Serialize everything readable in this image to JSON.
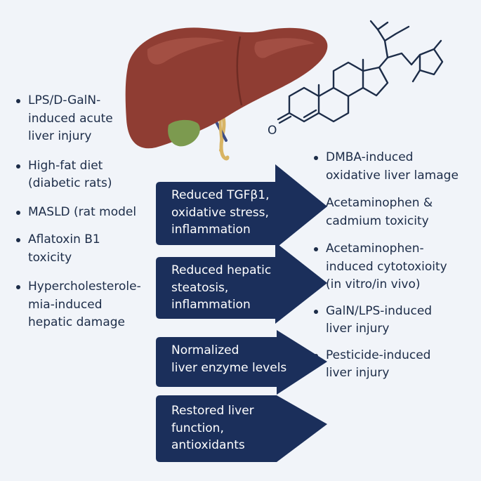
{
  "left_items": [
    "LPS/D-GalN-\ninduced acute\nliver injury",
    "High-fat diet\n(diabetic rats)",
    "MASLD (rat model",
    "Aflatoxin B1\ntoxicity",
    "Hypercholesterole-\nmia-induced\nhepatic damage"
  ],
  "right_items": [
    "DMBA-induced\noxidative liver lamage",
    "Acetaminophen &\ncadmium toxicity",
    "Acetaminophen-\ninduced cytotoxioity\n(in vitro/in vivo)",
    "GalN/LPS-induced\nliver injury",
    "Pesticide-induced\nliver injury"
  ],
  "arrows": [
    "Reduced TGFβ1,\noxidative stress,\ninflammation",
    "Reduced hepatic\nsteatosis,\ninflammation",
    "Normalized\nliver enzyme levels",
    "Restored liver\nfunction,\nantioxidants"
  ],
  "molecule": {
    "ketone_label": "O"
  },
  "colors": {
    "navy": "#1b2f5b",
    "liver": "#8f3d33",
    "liver_highlight": "#a9554a",
    "gallbladder": "#7c9a4f",
    "duct": "#d8b464",
    "vessel": "#3c4d86"
  },
  "icons": [
    "liver-illustration",
    "steroid-molecule"
  ]
}
